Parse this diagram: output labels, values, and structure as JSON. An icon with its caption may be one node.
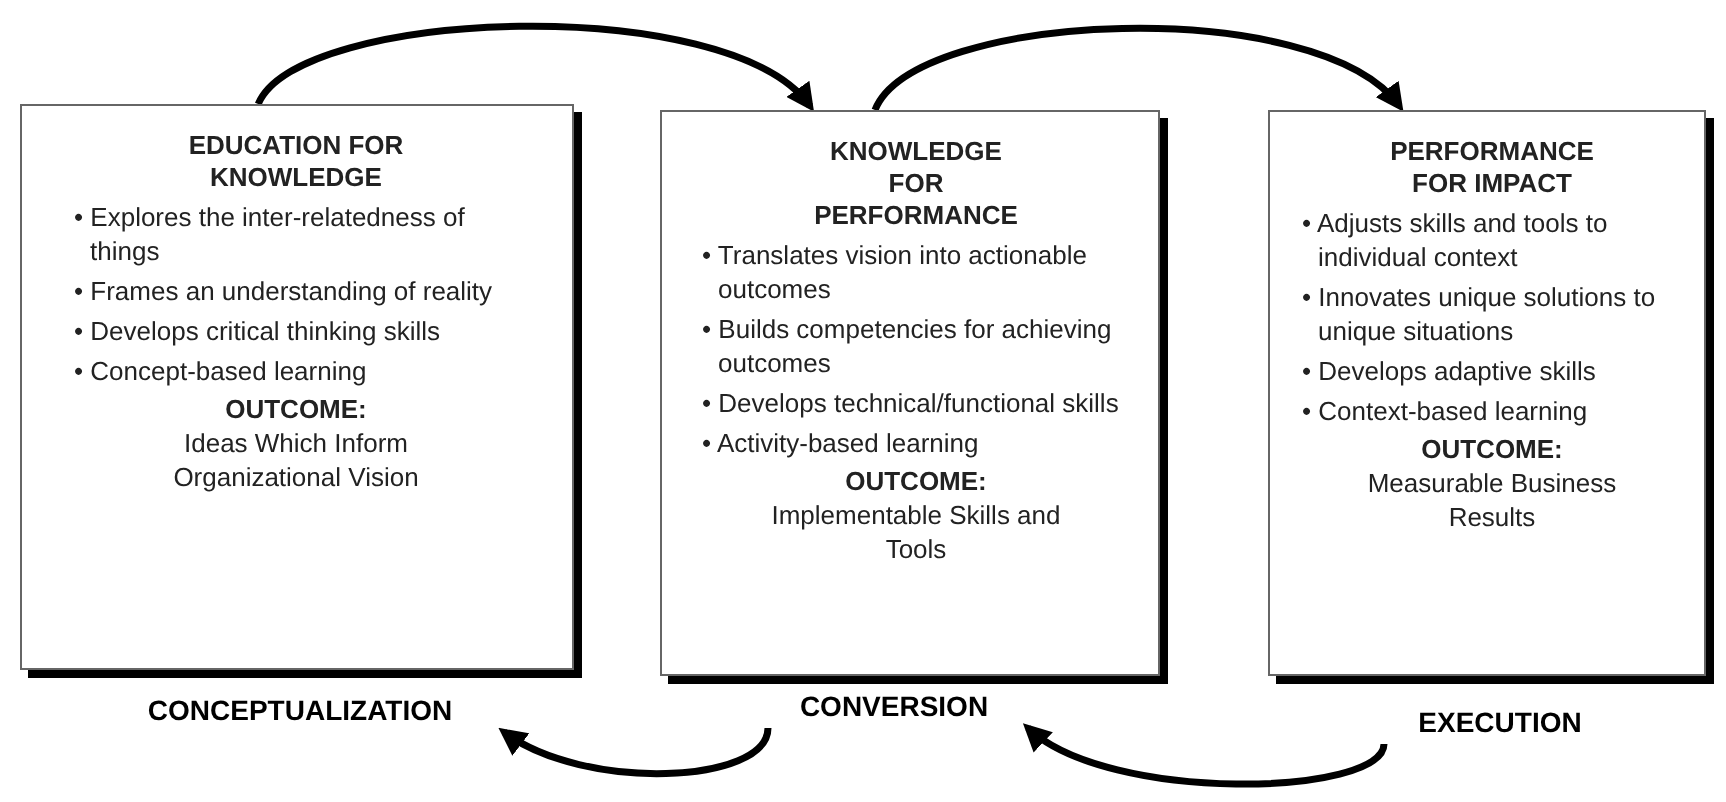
{
  "diagram": {
    "nodes": [
      {
        "text": [
          "EDUCATION FOR KNOWLEDGE",
          "• Explores the inter-relatedness of things",
          "• Frames an understanding of reality",
          "• Develops critical thinking skills",
          "• Concept-based learning",
          "OUTCOME:",
          "Ideas Which Inform Organizational Vision"
        ]
      },
      {
        "text": [
          "KNOWLEDGE FOR PERFORMANCE",
          "• Translates vision into actionable outcomes",
          "• Builds competencies for achieving outcomes",
          "• Develops technical/functional skills",
          "• Activity-based learning",
          "OUTCOME:",
          "Implementable Skills and Tools"
        ]
      },
      {
        "text": [
          "PERFORMANCE FOR IMPACT",
          "• Adjusts skills and tools to individual context",
          "• Innovates unique solutions to unique situations",
          "• Develops adaptive skills",
          "• Context-based learning",
          "OUTCOME:",
          "Measurable Business Results"
        ]
      },
      {
        "text": [
          "CONCEPTUALIZATION"
        ]
      },
      {
        "text": [
          "CONVERSION"
        ]
      },
      {
        "text": [
          "EXECUTION"
        ]
      }
    ],
    "edges": [
      {
        "from": 0,
        "to": 1,
        "arrow": "to"
      },
      {
        "from": 1,
        "to": 2,
        "arrow": "to"
      },
      {
        "from": 4,
        "to": 3,
        "arrow": "to"
      },
      {
        "from": 5,
        "to": 4,
        "arrow": "to"
      }
    ]
  }
}
